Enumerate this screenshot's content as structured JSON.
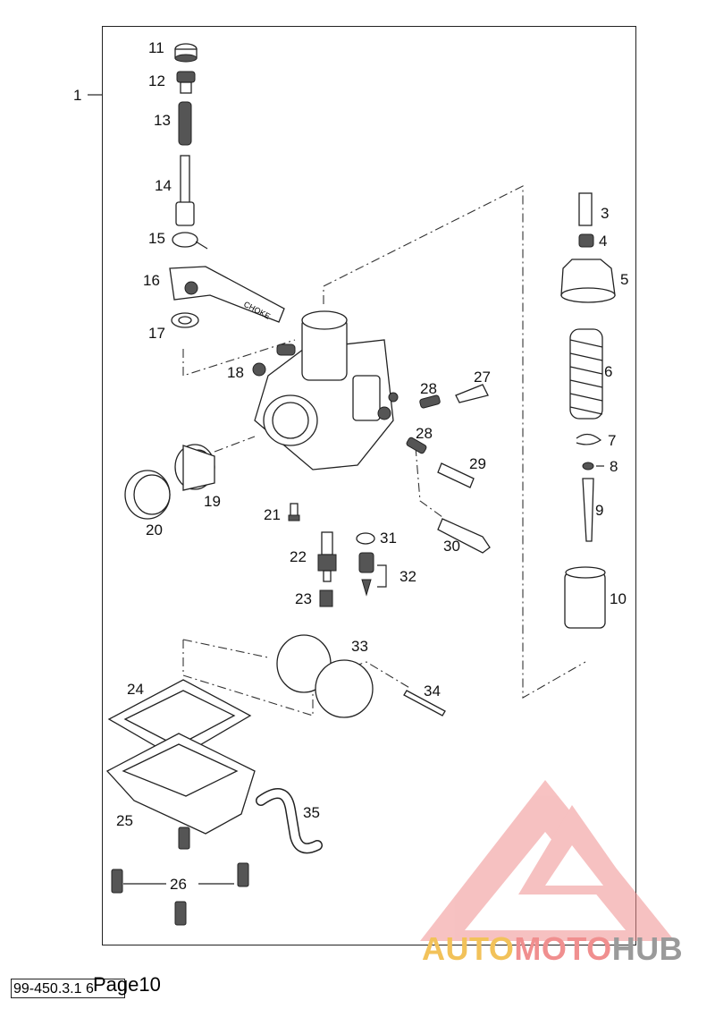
{
  "diagram": {
    "labels": [
      {
        "key": "p1",
        "text": "1"
      },
      {
        "key": "p3",
        "text": "3"
      },
      {
        "key": "p4",
        "text": "4"
      },
      {
        "key": "p5",
        "text": "5"
      },
      {
        "key": "p6",
        "text": "6"
      },
      {
        "key": "p7",
        "text": "7"
      },
      {
        "key": "p8",
        "text": "8"
      },
      {
        "key": "p9",
        "text": "9"
      },
      {
        "key": "p10",
        "text": "10"
      },
      {
        "key": "p11",
        "text": "11"
      },
      {
        "key": "p12",
        "text": "12"
      },
      {
        "key": "p13",
        "text": "13"
      },
      {
        "key": "p14",
        "text": "14"
      },
      {
        "key": "p15",
        "text": "15"
      },
      {
        "key": "p16",
        "text": "16"
      },
      {
        "key": "p17",
        "text": "17"
      },
      {
        "key": "p18",
        "text": "18"
      },
      {
        "key": "p19",
        "text": "19"
      },
      {
        "key": "p20",
        "text": "20"
      },
      {
        "key": "p21",
        "text": "21"
      },
      {
        "key": "p22",
        "text": "22"
      },
      {
        "key": "p23",
        "text": "23"
      },
      {
        "key": "p24",
        "text": "24"
      },
      {
        "key": "p25",
        "text": "25"
      },
      {
        "key": "p26",
        "text": "26"
      },
      {
        "key": "p27",
        "text": "27"
      },
      {
        "key": "p28a",
        "text": "28"
      },
      {
        "key": "p28b",
        "text": "28"
      },
      {
        "key": "p29",
        "text": "29"
      },
      {
        "key": "p30",
        "text": "30"
      },
      {
        "key": "p31",
        "text": "31"
      },
      {
        "key": "p32",
        "text": "32"
      },
      {
        "key": "p33",
        "text": "33"
      },
      {
        "key": "p34",
        "text": "34"
      },
      {
        "key": "p35",
        "text": "35"
      }
    ],
    "lever_text": "CHOKE"
  },
  "footer": {
    "code": "99-450.3.1 6",
    "page": "Page10"
  },
  "watermark": {
    "word1": "AUTO",
    "word2": "MOTO",
    "word3": "HUB",
    "colors": {
      "yellow": "#f2c25a",
      "pink": "#f08f8f",
      "gray": "#9a9a9a"
    }
  }
}
